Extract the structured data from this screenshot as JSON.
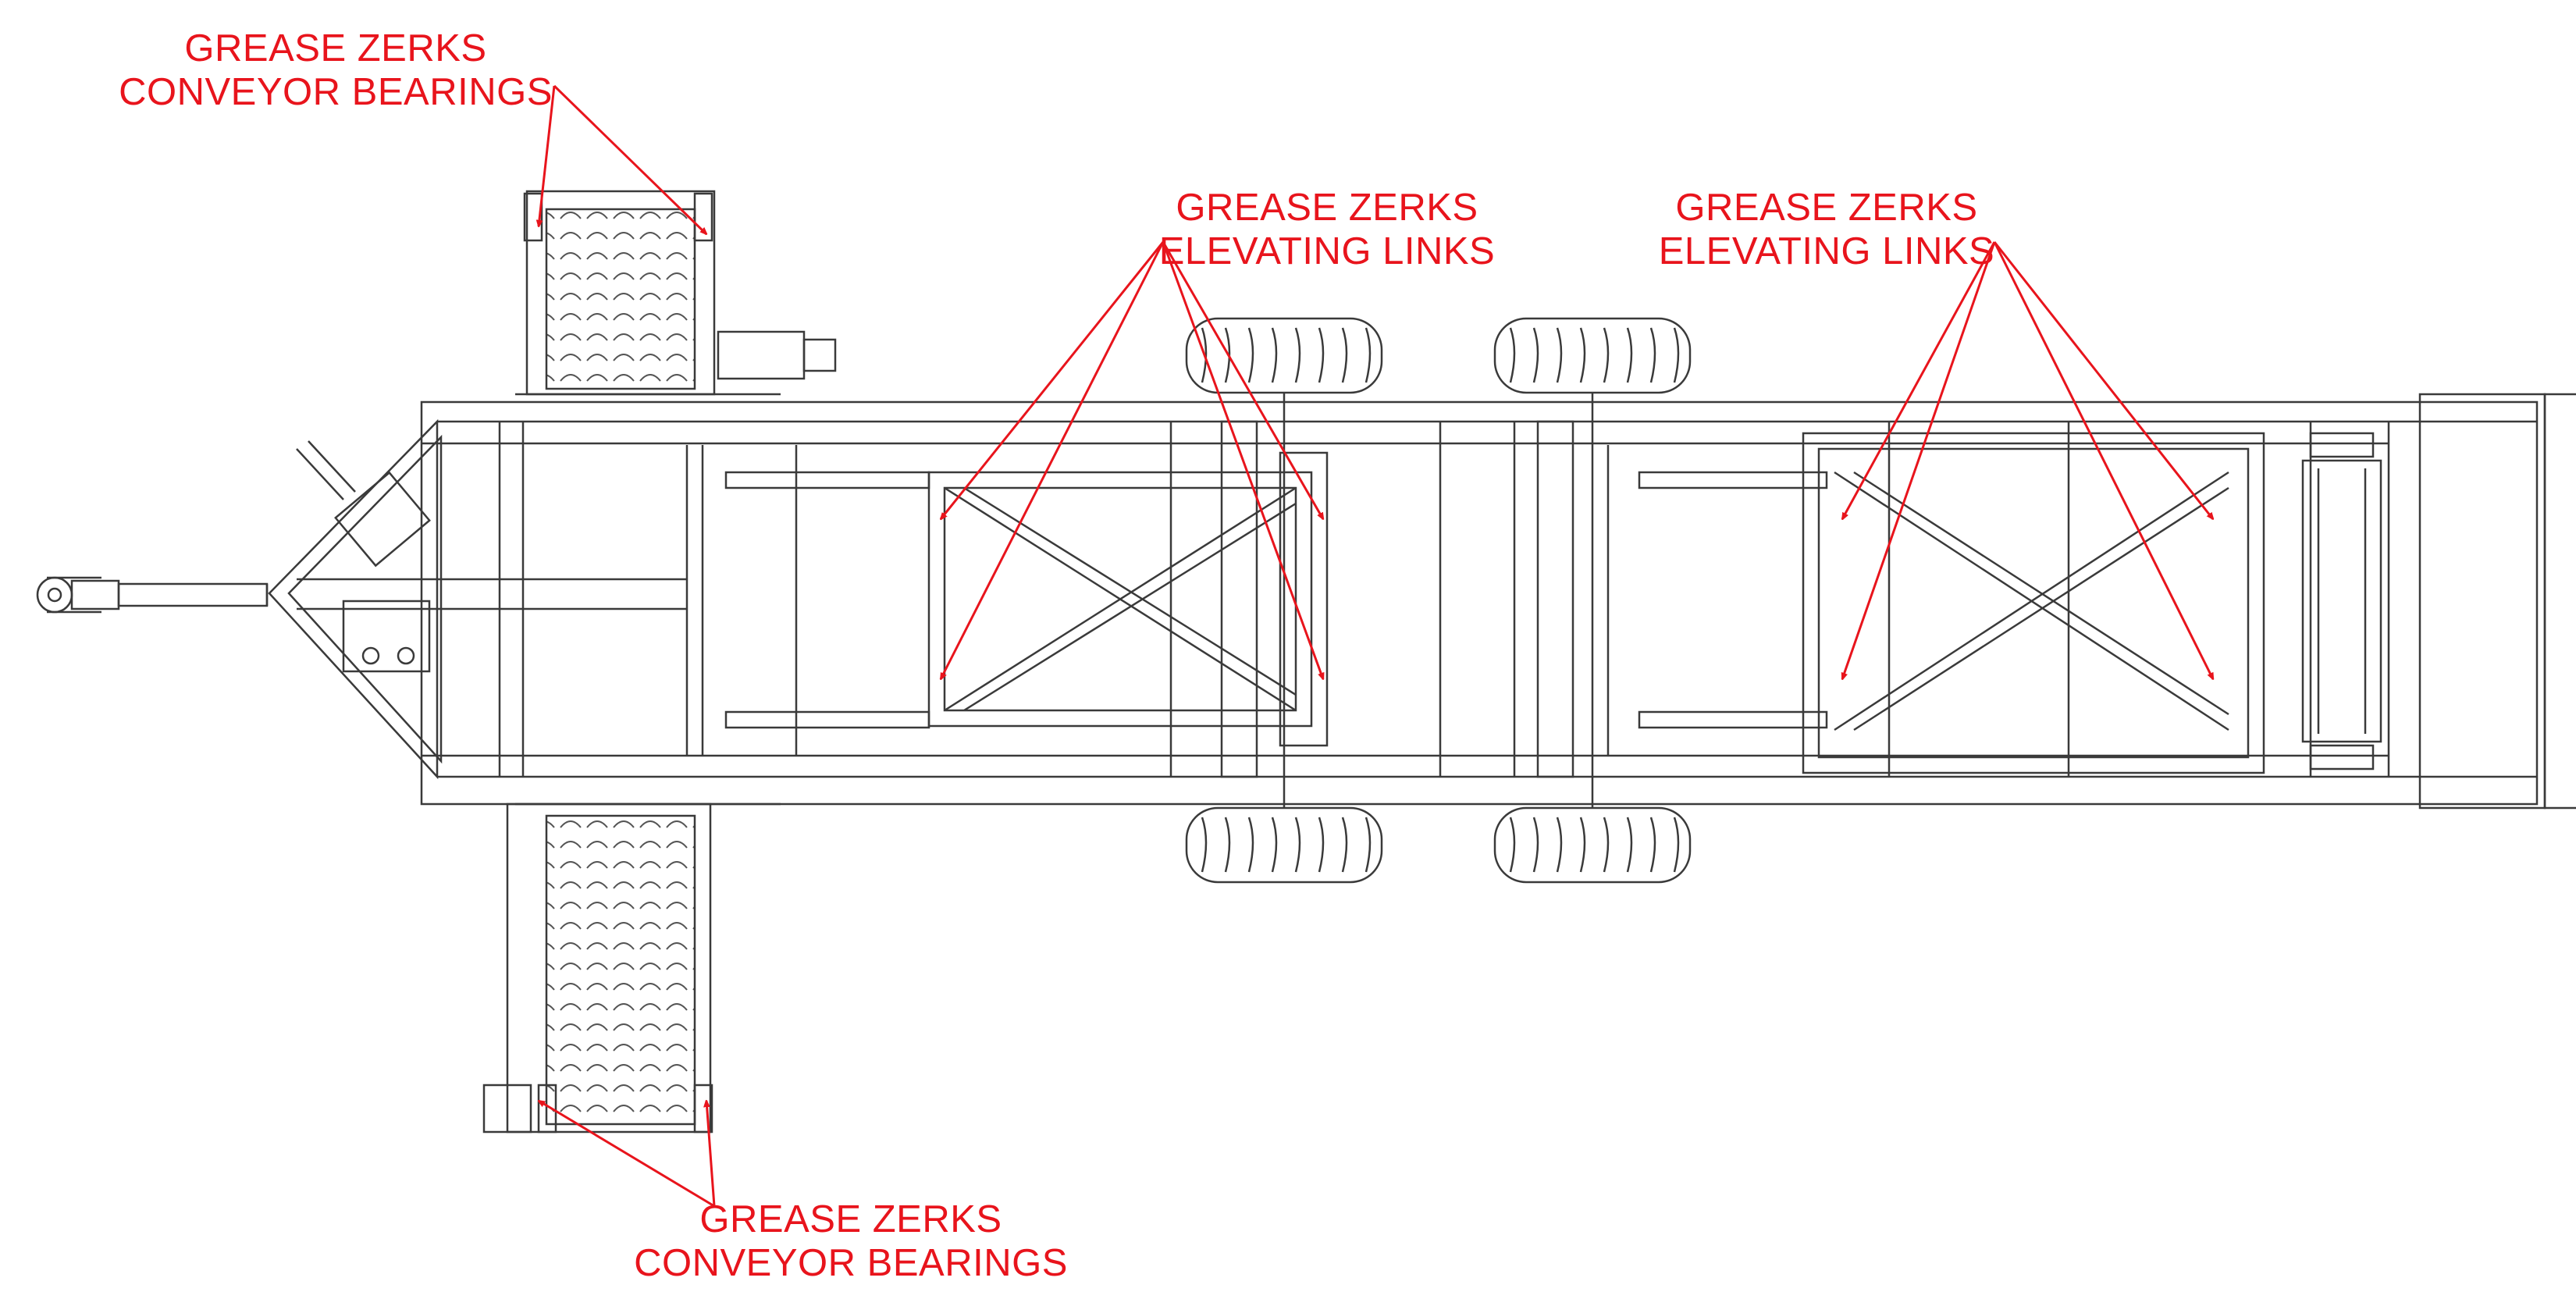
{
  "callouts": {
    "conveyor_top": {
      "line1": "GREASE ZERKS",
      "line2": "CONVEYOR BEARINGS"
    },
    "links_left": {
      "line1": "GREASE ZERKS",
      "line2": "ELEVATING LINKS"
    },
    "links_right": {
      "line1": "GREASE ZERKS",
      "line2": "ELEVATING LINKS"
    },
    "conveyor_bottom": {
      "line1": "GREASE ZERKS",
      "line2": "CONVEYOR BEARINGS"
    }
  },
  "colors": {
    "callout": "#e8141c",
    "linework": "#3a3a3a",
    "background": "#ffffff"
  }
}
